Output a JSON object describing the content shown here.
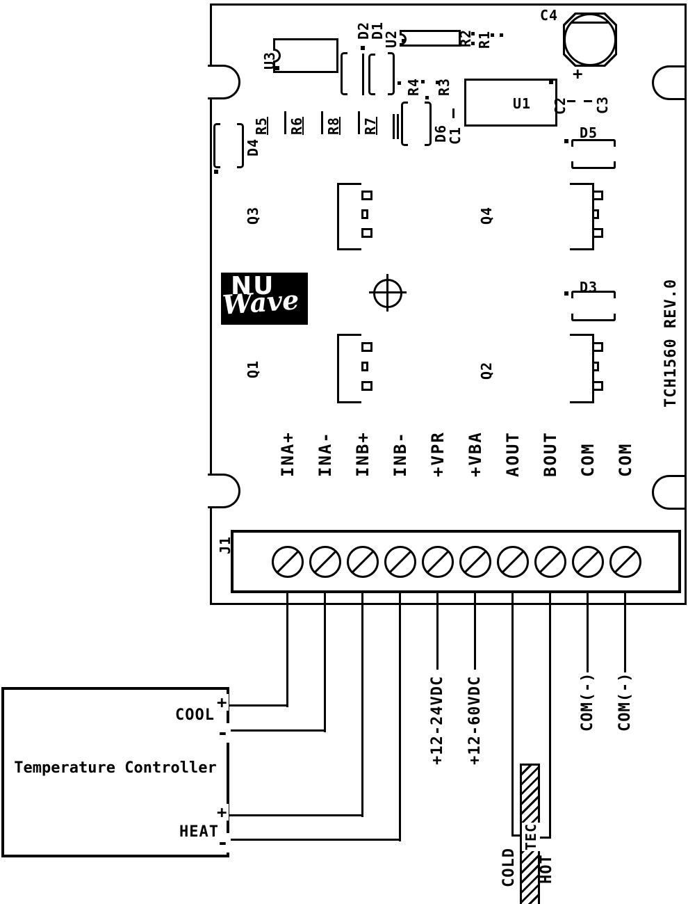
{
  "colors": {
    "ink": "#000000",
    "paper": "#ffffff"
  },
  "board": {
    "rev_text": "TCH1560 REV.0",
    "logo": {
      "line1": "NU",
      "line2": "Wave"
    },
    "silkscreen": {
      "u1": "U1",
      "u2": "U2",
      "u3": "U3",
      "q1": "Q1",
      "q2": "Q2",
      "q3": "Q3",
      "q4": "Q4",
      "d1": "D1",
      "d2": "D2",
      "d3": "D3",
      "d4": "D4",
      "d5": "D5",
      "d6": "D6",
      "r1": "R1",
      "r2": "R2",
      "r3": "R3",
      "r4": "R4",
      "r5": "R5",
      "r6": "R6",
      "r7": "R7",
      "r8": "R8",
      "c1": "C1",
      "c2": "C2",
      "c3": "C3",
      "c4": "C4",
      "c4_polarity": "+"
    },
    "connector": {
      "label": "J1",
      "terminals": [
        "INA+",
        "INA-",
        "INB+",
        "INB-",
        "+VPR",
        "+VBA",
        "AOUT",
        "BOUT",
        "COM",
        "COM"
      ]
    }
  },
  "external": {
    "controller": {
      "title": "Temperature Controller",
      "cool_label": "COOL",
      "heat_label": "HEAT",
      "cool_plus": "+",
      "cool_minus": "-",
      "heat_plus": "+",
      "heat_minus": "-"
    },
    "supply_a": "+12-24VDC",
    "supply_b": "+12-60VDC",
    "com_left": "COM(-)",
    "com_right": "COM(-)",
    "tec": {
      "label": "TEC",
      "cold": "COLD",
      "hot": "HOT"
    }
  }
}
